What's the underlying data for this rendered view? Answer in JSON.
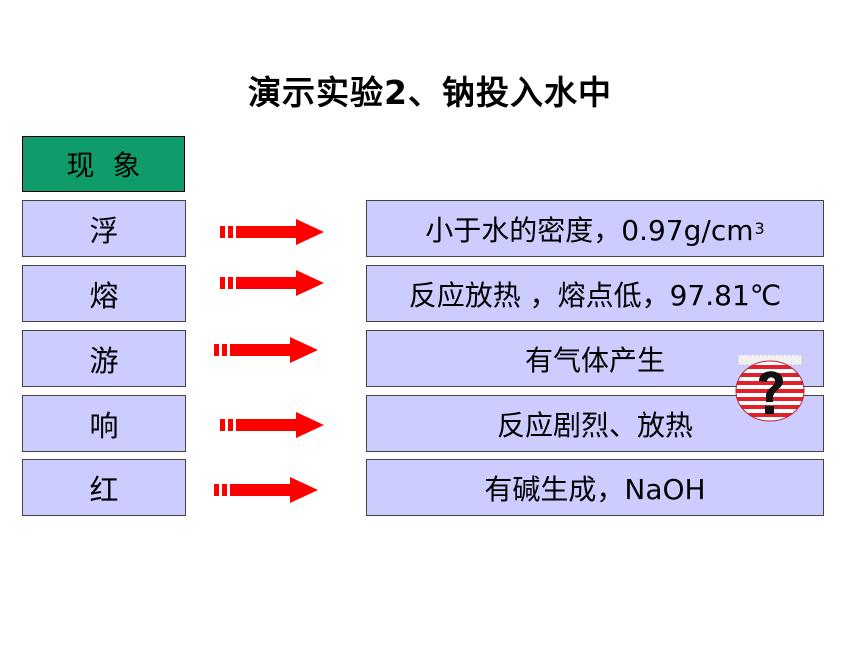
{
  "title": "演示实验2、钠投入水中",
  "header": "现象",
  "rows": [
    {
      "phenomenon": "浮",
      "explanation": "小于水的密度，0.97g/cm",
      "superscript": "3"
    },
    {
      "phenomenon": "熔",
      "explanation": "反应放热 ，熔点低，97.81℃"
    },
    {
      "phenomenon": "游",
      "explanation": "有气体产生"
    },
    {
      "phenomenon": "响",
      "explanation": "反应剧烈、放热"
    },
    {
      "phenomenon": "红",
      "explanation": "有碱生成，NaOH"
    }
  ],
  "icons": {
    "arrow": "red-arrow-icon",
    "question": "question-mark-icon"
  },
  "colors": {
    "header_bg": "#0f9b6a",
    "box_bg": "#ccccff",
    "arrow": "#ff0000"
  }
}
